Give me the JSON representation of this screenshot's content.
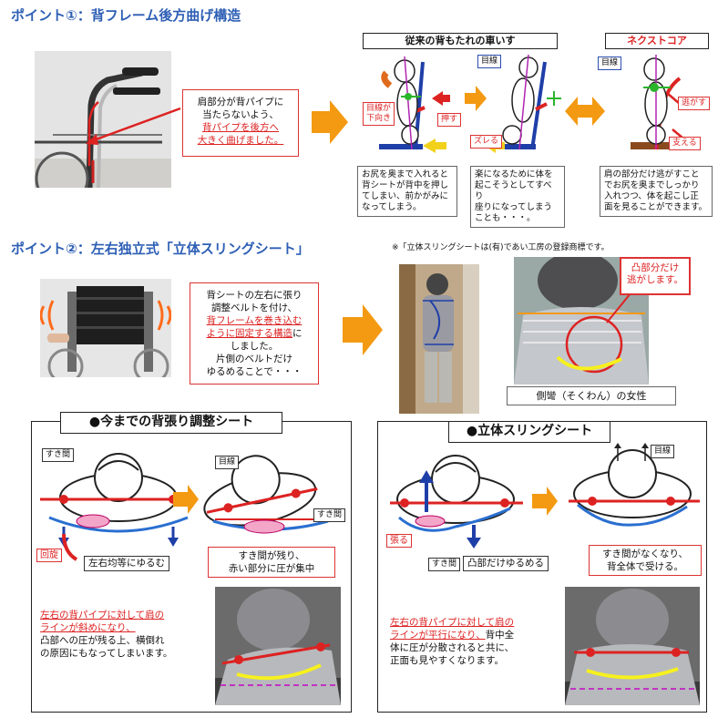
{
  "point1": {
    "title": "ポイント①：背フレーム後方曲げ構造",
    "callout": [
      "肩部分が背パイプに",
      "当たらないよう、"
    ],
    "callout_red": [
      "背パイプを後方へ",
      "大きく曲げました。"
    ],
    "conventional_title": "従来の背もたれの車いす",
    "nextcore_title": "ネクストコア",
    "labels": {
      "eye1": "目線",
      "eye_down": "目線が\n下向き",
      "push": "押す",
      "slip": "ズレる",
      "eye2": "目線",
      "escape": "逃がす",
      "support": "支える"
    },
    "note1": [
      "お尻を奥まで入れると",
      "背シートが背中を押し",
      "てしまい、前かがみに",
      "なってしまう。"
    ],
    "note2": [
      "楽になるために体を",
      "起こそうとしてすべり",
      "座りになってしまう",
      "ことも・・・。"
    ],
    "note3": [
      "肩の部分だけ逃がすこと",
      "でお尻を奥までしっかり",
      "入れつつ、体を起こし正",
      "面を見ることができます。"
    ],
    "colors": {
      "heading": "#2e5fb5",
      "accent_red": "#dd2222",
      "arrow_orange": "#f39a12",
      "frame_blue": "#1f3fa8"
    }
  },
  "point2": {
    "title": "ポイント②：左右独立式「立体スリングシート」",
    "trademark_note": "※「立体スリングシートは(有)であい工房の登録商標です。",
    "callout": [
      "背シートの左右に張り",
      "調整ベルトを付け、"
    ],
    "callout_red": [
      "背フレームを巻き込む",
      "ように固定する構造"
    ],
    "callout_tail": "に",
    "callout_end": [
      "しました。",
      "片側のベルトだけ",
      "ゆるめることで・・・"
    ],
    "bump_label": [
      "凸部分だけ",
      "逃がします。"
    ],
    "photo_caption": "側彎（そくわん）の女性"
  },
  "panel_left": {
    "title": "●今までの背張り調整シート",
    "labels": {
      "gap1": "すき間",
      "eye": "目線",
      "gap2": "すき間",
      "rotate": "回旋",
      "loosen_equal": "左右均等にゆるむ"
    },
    "result": [
      "すき間が残り、",
      "赤い部分に圧が集中"
    ],
    "desc_red": [
      "左右の背パイプに対して肩の",
      "ラインが斜めになり、"
    ],
    "desc": [
      "凸部への圧が残る上、横倒れ",
      "の原因にもなってしまいます。"
    ]
  },
  "panel_right": {
    "title": "●立体スリングシート",
    "labels": {
      "eye": "目線",
      "push": "張る",
      "gap": "すき間",
      "loosen_bump": "凸部だけゆるめる"
    },
    "result": [
      "すき間がなくなり、",
      "背全体で受ける。"
    ],
    "desc_red": [
      "左右の背パイプに対して肩の",
      "ラインが平行になり、"
    ],
    "desc_tail": "背中全",
    "desc": [
      "体に圧が分散されると共に、",
      "正面も見やすくなります。"
    ]
  }
}
